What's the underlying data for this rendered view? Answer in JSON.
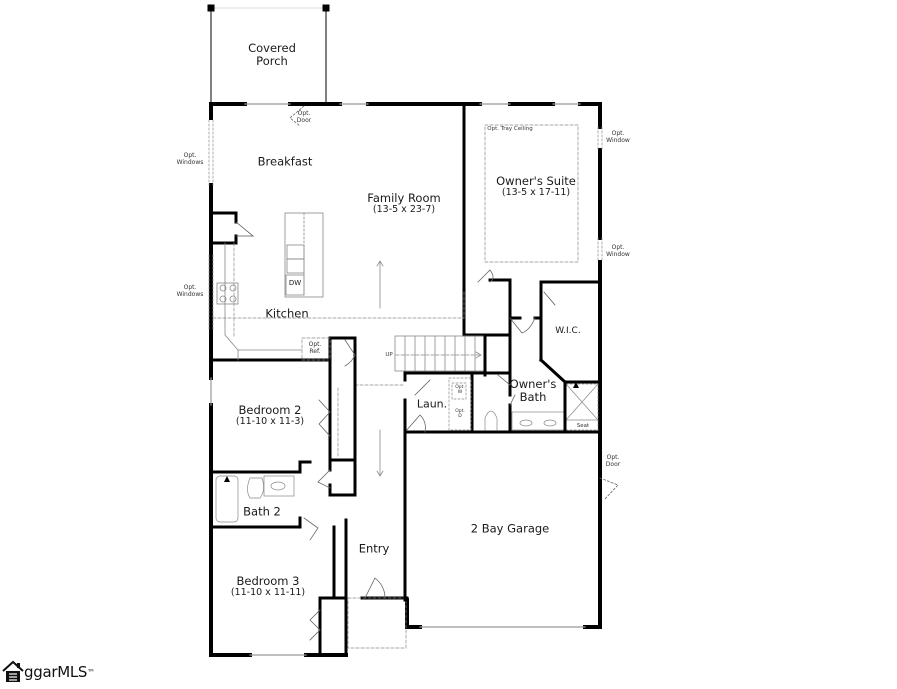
{
  "floor_plan": {
    "rooms": {
      "covered_porch": {
        "name": "Covered Porch"
      },
      "breakfast": {
        "name": "Breakfast"
      },
      "family_room": {
        "name": "Family Room",
        "dimensions": "(13-5 x 23-7)"
      },
      "owners_suite": {
        "name": "Owner's Suite",
        "dimensions": "(13-5 x 17-11)"
      },
      "kitchen": {
        "name": "Kitchen"
      },
      "wic": {
        "name": "W.I.C."
      },
      "owners_bath": {
        "name": "Owner's Bath"
      },
      "laundry": {
        "name": "Laun."
      },
      "bedroom_2": {
        "name": "Bedroom 2",
        "dimensions": "(11-10 x 11-3)"
      },
      "bath_2": {
        "name": "Bath 2"
      },
      "bedroom_3": {
        "name": "Bedroom 3",
        "dimensions": "(11-10 x 11-11)"
      },
      "entry": {
        "name": "Entry"
      },
      "garage": {
        "name": "2 Bay Garage"
      }
    },
    "notes": {
      "opt_door_top": "Opt. Door",
      "opt_windows_breakfast": "Opt. Windows",
      "opt_windows_kitchen": "Opt. Windows",
      "opt_tray_ceiling": "Opt. Tray Ceiling",
      "opt_window_suite_1": "Opt. Window",
      "opt_window_suite_2": "Opt. Window",
      "dw": "DW",
      "opt_ref": "Opt. Ref.",
      "up": "UP",
      "opt_w": "Opt. W",
      "opt_d": "Opt. D",
      "seat": "Seat",
      "opt_door_garage": "Opt. Door"
    }
  },
  "watermark": {
    "text": "ggarMLS",
    "trademark": "™"
  }
}
